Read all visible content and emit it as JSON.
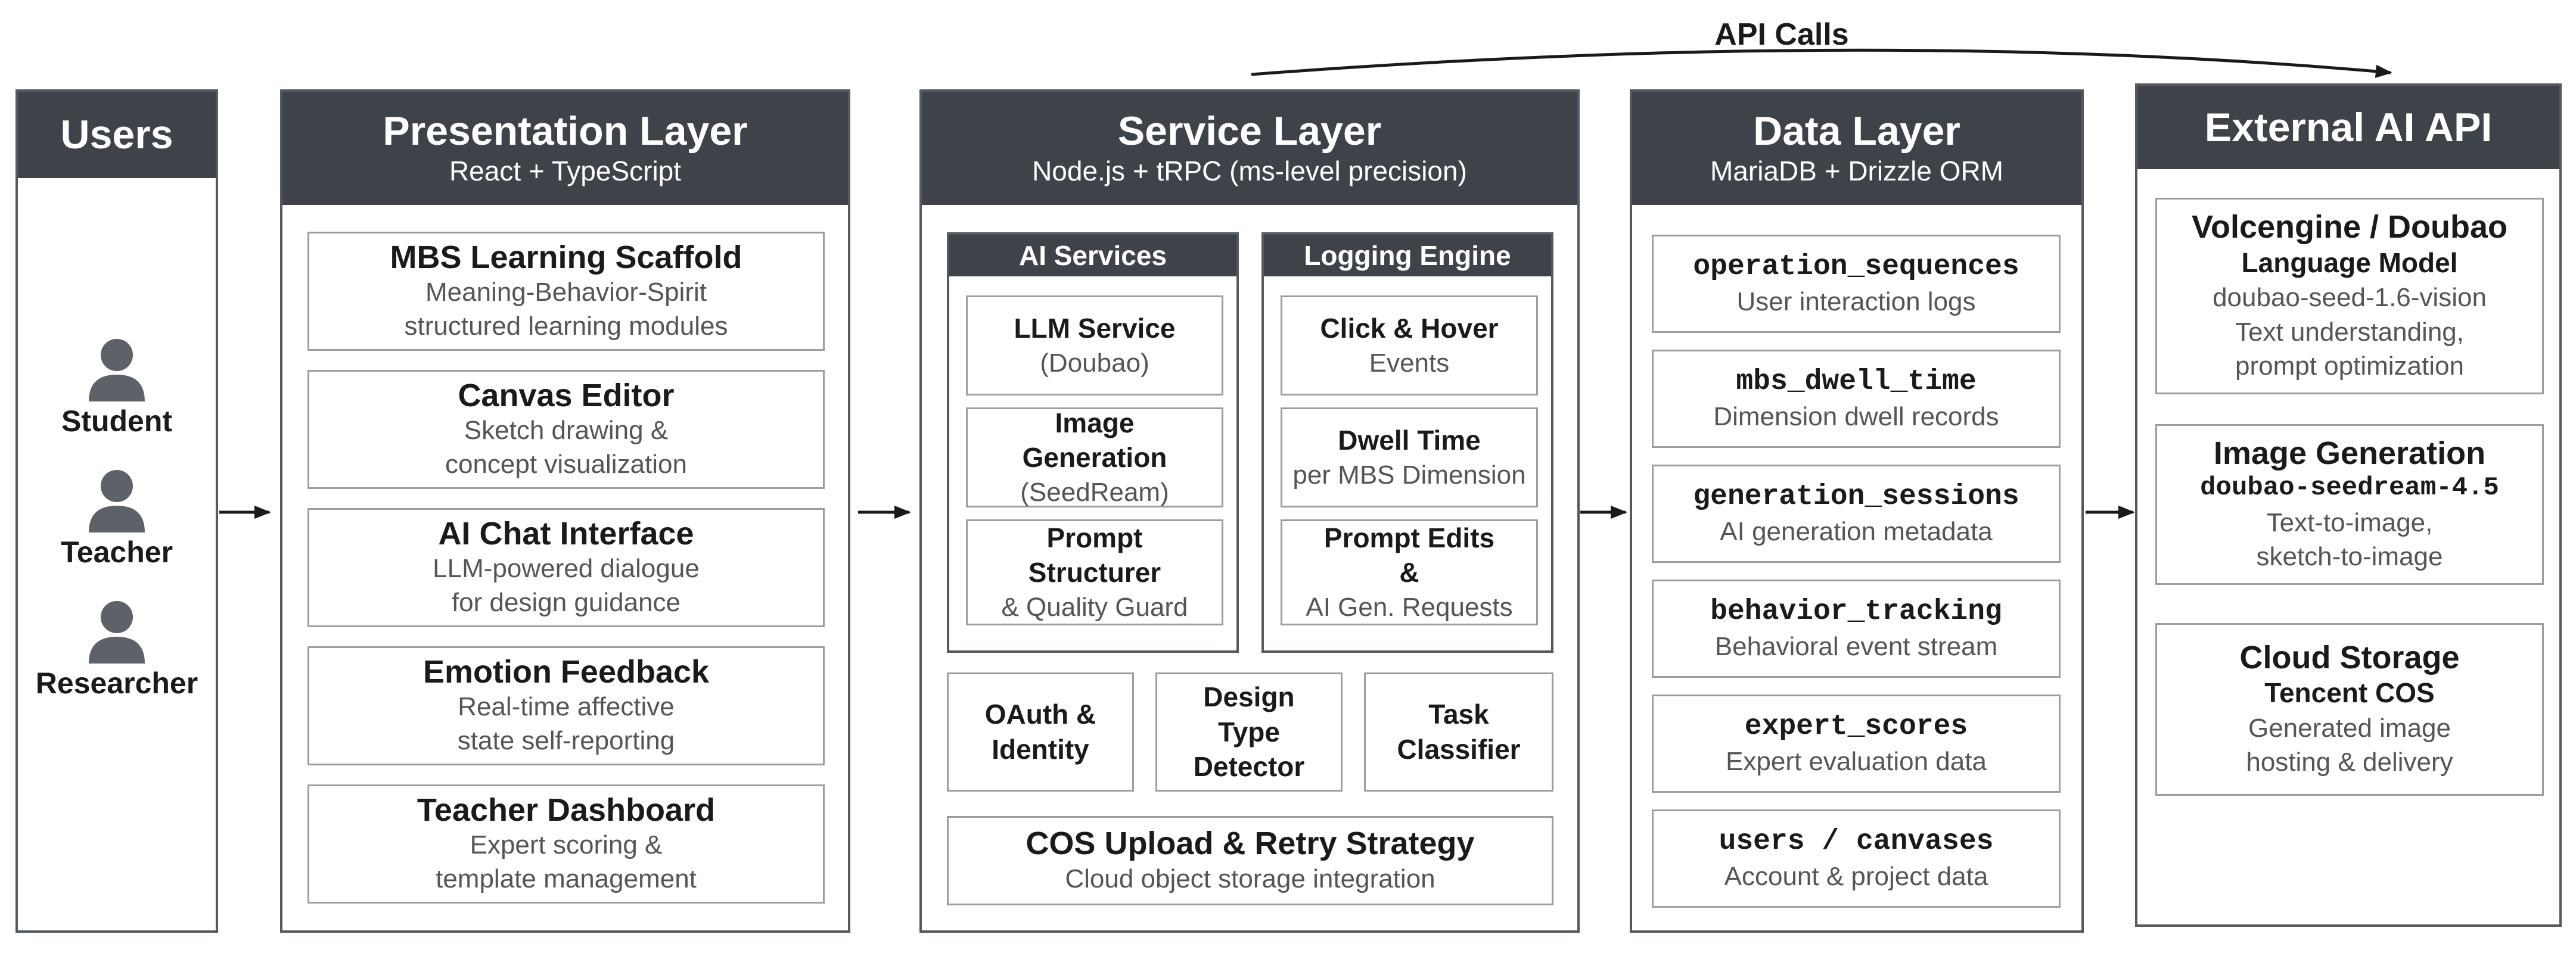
{
  "colors": {
    "header_bg": "#3e4349",
    "border": "#555a60",
    "box_border": "#9a9ea3",
    "arrow": "#1a1a1a"
  },
  "api_calls_label": "API Calls",
  "users": {
    "title": "Users",
    "roles": [
      {
        "label": "Student",
        "icon": "person-icon"
      },
      {
        "label": "Teacher",
        "icon": "person-icon"
      },
      {
        "label": "Researcher",
        "icon": "person-icon"
      }
    ]
  },
  "presentation": {
    "title": "Presentation Layer",
    "subtitle": "React + TypeScript",
    "modules": [
      {
        "title": "MBS Learning Scaffold",
        "desc": "Meaning-Behavior-Spirit\nstructured learning modules"
      },
      {
        "title": "Canvas Editor",
        "desc": "Sketch drawing &\nconcept visualization"
      },
      {
        "title": "AI Chat Interface",
        "desc": "LLM-powered dialogue\nfor design guidance"
      },
      {
        "title": "Emotion Feedback",
        "desc": "Real-time affective\nstate self-reporting"
      },
      {
        "title": "Teacher Dashboard",
        "desc": "Expert scoring &\ntemplate management"
      }
    ]
  },
  "service": {
    "title": "Service Layer",
    "subtitle": "Node.js + tRPC (ms-level precision)",
    "ai_services": {
      "title": "AI Services",
      "items": [
        {
          "title": "LLM Service",
          "desc": "(Doubao)"
        },
        {
          "title": "Image\nGeneration",
          "desc": "(SeedReam)"
        },
        {
          "title": "Prompt\nStructurer",
          "desc": "& Quality Guard"
        }
      ]
    },
    "logging_engine": {
      "title": "Logging Engine",
      "items": [
        {
          "title": "Click & Hover",
          "desc": "Events"
        },
        {
          "title": "Dwell Time",
          "desc": "per MBS Dimension"
        },
        {
          "title": "Prompt Edits\n&",
          "desc": "AI Gen. Requests"
        }
      ]
    },
    "small_boxes": [
      {
        "title": "OAuth &\nIdentity"
      },
      {
        "title": "Design\nType\nDetector"
      },
      {
        "title": "Task\nClassifier"
      }
    ],
    "cos": {
      "title": "COS Upload & Retry Strategy",
      "desc": "Cloud object storage integration"
    }
  },
  "data_layer": {
    "title": "Data Layer",
    "subtitle": "MariaDB + Drizzle ORM",
    "tables": [
      {
        "name": "operation_sequences",
        "desc": "User interaction logs"
      },
      {
        "name": "mbs_dwell_time",
        "desc": "Dimension dwell records"
      },
      {
        "name": "generation_sessions",
        "desc": "AI generation metadata"
      },
      {
        "name": "behavior_tracking",
        "desc": "Behavioral event stream"
      },
      {
        "name": "expert_scores",
        "desc": "Expert evaluation data"
      },
      {
        "name": "users / canvases",
        "desc": "Account & project data"
      }
    ]
  },
  "external": {
    "title": "External AI API",
    "items": [
      {
        "title": "Volcengine / Doubao",
        "subtitle": "Language Model",
        "model": "doubao-seed-1.6-vision",
        "desc": "Text understanding,\nprompt optimization"
      },
      {
        "title": "Image Generation",
        "subtitle": "",
        "model": "doubao-seedream-4.5",
        "desc": "Text-to-image,\nsketch-to-image"
      },
      {
        "title": "Cloud Storage",
        "subtitle": "Tencent COS",
        "model": "",
        "desc": "Generated image\nhosting & delivery"
      }
    ]
  }
}
